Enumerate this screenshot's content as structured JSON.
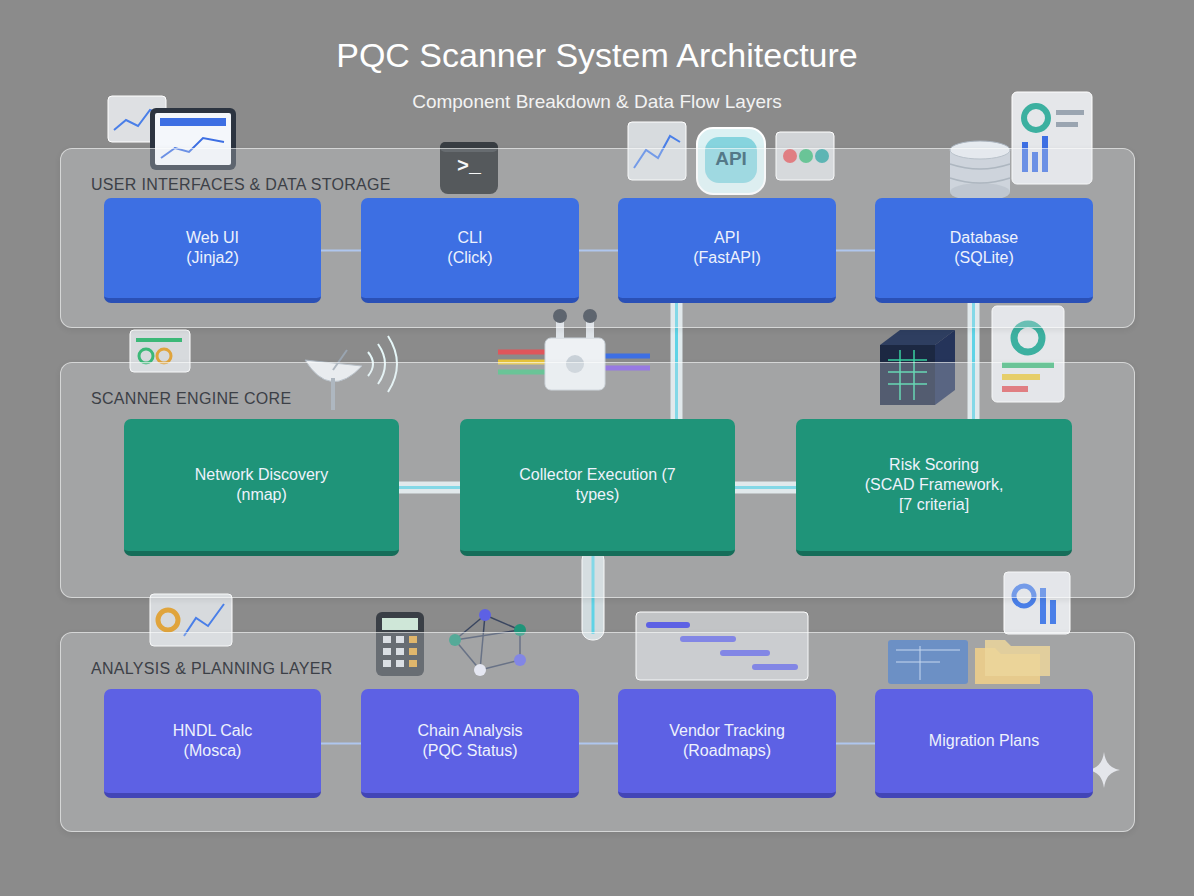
{
  "diagram": {
    "title": "PQC Scanner System Architecture",
    "nodes": [
      {
        "text": [
          "USER INTERFACES & DATA STORAGE"
        ]
      },
      {
        "text": [
          "Web UI (Jinja2)"
        ],
        "in": 0
      },
      {
        "text": [
          "CLI (Click)"
        ],
        "in": 0
      },
      {
        "text": [
          "API (FastAPI)"
        ],
        "in": 0
      },
      {
        "text": [
          "Database (SQLite)"
        ],
        "in": 0
      },
      {
        "text": [
          "SCANNER ENGINE CORE"
        ]
      },
      {
        "text": [
          "Network Discovery (nmap)"
        ],
        "in": 5
      },
      {
        "text": [
          "Collector Execution (7 types)"
        ],
        "in": 5
      },
      {
        "text": [
          "Risk Scoring (SCAD Framework, [7 criteria]"
        ],
        "in": 5
      },
      {
        "text": [
          "ANALYSIS & PLANNING LAYER"
        ]
      },
      {
        "text": [
          "HNDL Calc (Mosca)"
        ],
        "in": 9
      },
      {
        "text": [
          "Chain Analysis (PQC Status)"
        ],
        "in": 9
      },
      {
        "text": [
          "Vendor Tracking (Roadmaps)"
        ],
        "in": 9
      },
      {
        "text": [
          "Migration Plans"
        ],
        "in": 9
      }
    ],
    "edges": [
      {
        "from": 1,
        "to": 2,
        "arrow": "none"
      },
      {
        "from": 2,
        "to": 3,
        "arrow": "none"
      },
      {
        "from": 3,
        "to": 4,
        "arrow": "none"
      },
      {
        "from": 6,
        "to": 7,
        "arrow": "none"
      },
      {
        "from": 7,
        "to": 8,
        "arrow": "none"
      },
      {
        "from": 7,
        "to": 3,
        "arrow": "none"
      },
      {
        "from": 8,
        "to": 4,
        "arrow": "none"
      },
      {
        "from": 10,
        "to": 11,
        "arrow": "none"
      },
      {
        "from": 11,
        "to": 12,
        "arrow": "none"
      },
      {
        "from": 12,
        "to": 13,
        "arrow": "none"
      }
    ],
    "labels": [
      "Component Breakdown & Data Flow Layers",
      ">_",
      "API"
    ]
  }
}
